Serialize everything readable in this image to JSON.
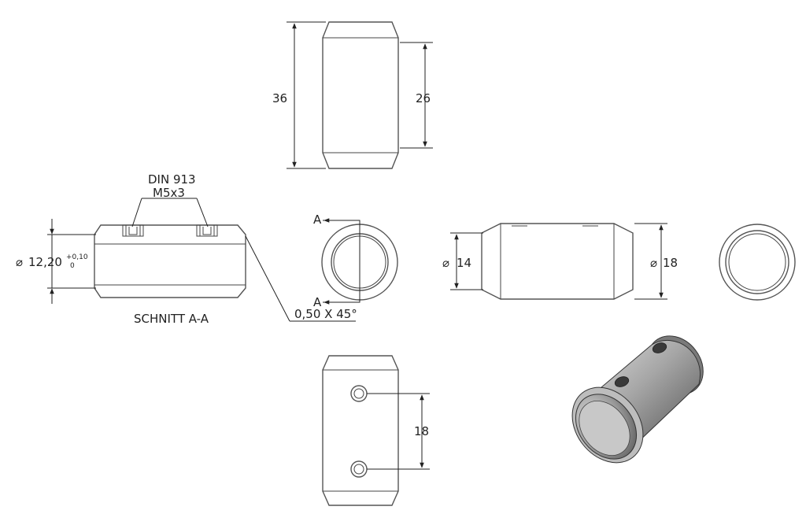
{
  "views": {
    "top": {
      "dim_overall": "36",
      "dim_body": "26"
    },
    "section": {
      "callout_line1": "DIN 913",
      "callout_line2": "M5x3",
      "diameter_symbol": "⌀",
      "diameter_value": "12,20",
      "tol_upper": "+0,10",
      "tol_lower": "0",
      "caption": "SCHNITT A-A",
      "chamfer_note": "0,50 X 45°"
    },
    "end": {
      "section_label_top": "A",
      "section_label_bottom": "A"
    },
    "side": {
      "diameter_symbol": "⌀",
      "dim_small": "14",
      "dim_large": "18"
    },
    "bottom": {
      "dim_hole_spacing": "18"
    }
  },
  "colors": {
    "line": "#555555",
    "text": "#222222",
    "shade": "#8a8a8a"
  }
}
